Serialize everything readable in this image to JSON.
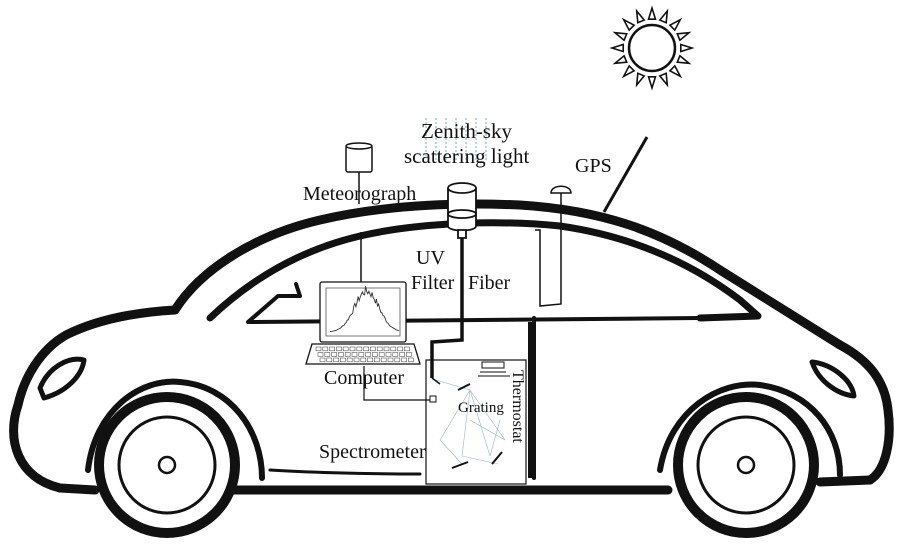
{
  "labels": {
    "zenith_line1": "Zenith-sky",
    "zenith_line2": "scattering light",
    "gps": "GPS",
    "meteorograph": "Meteorograph",
    "uv": "UV",
    "filter": "Filter",
    "fiber": "Fiber",
    "computer": "Computer",
    "grating": "Grating",
    "thermostat": "Thermostat",
    "spectrometer": "Spectrometer"
  },
  "colors": {
    "ink": "#111111",
    "light_rays": "#8fb3d9",
    "background": "#ffffff"
  }
}
